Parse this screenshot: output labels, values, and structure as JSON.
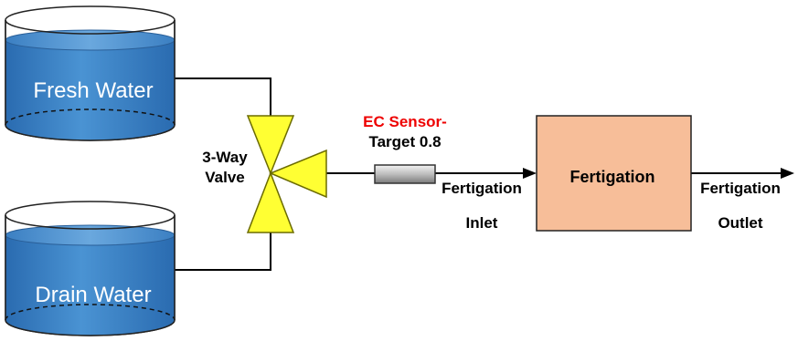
{
  "tanks": {
    "fresh": {
      "label": "Fresh Water"
    },
    "drain": {
      "label": "Drain Water"
    }
  },
  "valve": {
    "line1": "3-Way",
    "line2": "Valve"
  },
  "sensor": {
    "line1": "EC Sensor-",
    "line2": "Target 0.8"
  },
  "fertigation_box": {
    "label": "Fertigation"
  },
  "inlet": {
    "line1": "Fertigation",
    "line2": "Inlet"
  },
  "outlet": {
    "line1": "Fertigation",
    "line2": "Outlet"
  },
  "colors": {
    "water": "#3d87c9",
    "water_dark": "#2566a8",
    "valve": "#ffff33",
    "box": "#f7be99",
    "sensor_text": "#ee0000"
  }
}
